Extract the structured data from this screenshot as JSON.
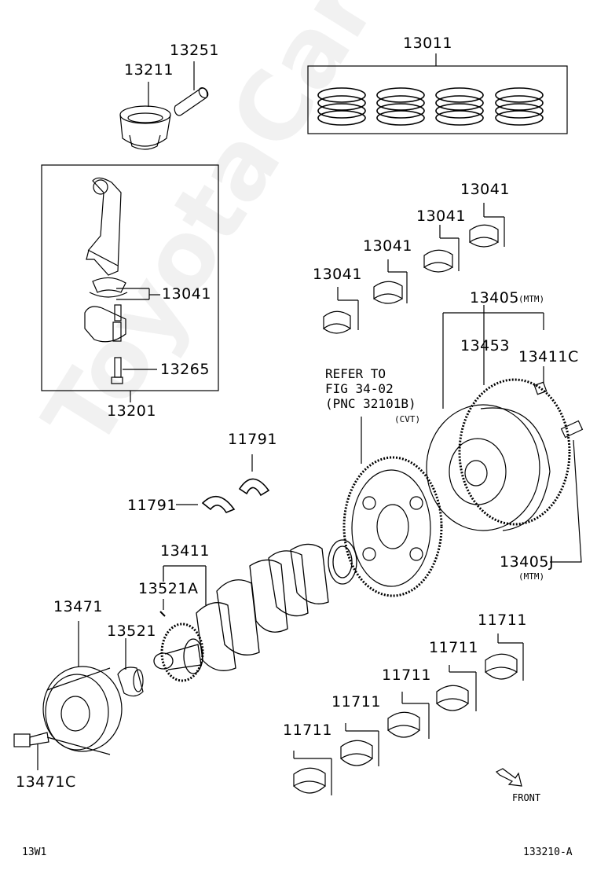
{
  "labels": {
    "p13251": "13251",
    "p13211": "13211",
    "p13011": "13011",
    "p13041_rod": "13041",
    "p13265": "13265",
    "p13201": "13201",
    "p13041_a": "13041",
    "p13041_b": "13041",
    "p13041_c": "13041",
    "p13041_d": "13041",
    "p13405": "13405",
    "p13453": "13453",
    "p13411C": "13411C",
    "p11791_top": "11791",
    "p11791_left": "11791",
    "p13411": "13411",
    "p13521A": "13521A",
    "p13471": "13471",
    "p13521": "13521",
    "p13405J": "13405J",
    "p13471C": "13471C",
    "p11711_1": "11711",
    "p11711_2": "11711",
    "p11711_3": "11711",
    "p11711_4": "11711",
    "p11711_5": "11711"
  },
  "notes": {
    "mtm1": "(MTM)",
    "mtm2": "(MTM)",
    "cvt": "(CVT)",
    "refer": "REFER TO\nFIG 34-02\n(PNC 32101B)",
    "front": "FRONT"
  },
  "footer": {
    "left_code": "13W1",
    "right_code": "133210-A"
  },
  "watermark": "ToyotaCarMine.ru"
}
